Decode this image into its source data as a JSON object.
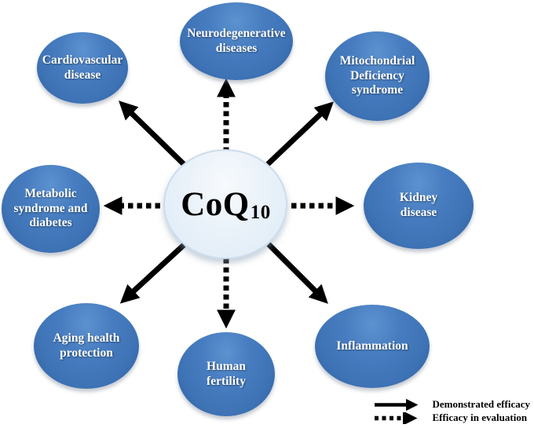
{
  "center": {
    "label": "CoQ",
    "subscript": "10"
  },
  "nodes": [
    {
      "label": "Neurodegenerative diseases",
      "arrow": "dashed"
    },
    {
      "label": "Cardiovascular disease",
      "arrow": "solid"
    },
    {
      "label": "Mitochondrial Deficiency syndrome",
      "arrow": "solid"
    },
    {
      "label": "Metabolic syndrome and diabetes",
      "arrow": "dashed"
    },
    {
      "label": "Kidney disease",
      "arrow": "dashed"
    },
    {
      "label": "Aging health protection",
      "arrow": "solid"
    },
    {
      "label": "Human fertility",
      "arrow": "dashed"
    },
    {
      "label": "Inflammation",
      "arrow": "solid"
    }
  ],
  "legend": {
    "items": [
      {
        "style": "solid",
        "label": "Demonstrated efficacy"
      },
      {
        "style": "dashed",
        "label": "Efficacy in evaluation"
      }
    ]
  },
  "colors": {
    "node_fill": "#3e73b6",
    "node_fill_light": "#5d92d0",
    "node_rim": "#2e5d99",
    "center_fill": "#e3eef8",
    "arrow_color": "#000000",
    "node_text": "#ffffff"
  }
}
